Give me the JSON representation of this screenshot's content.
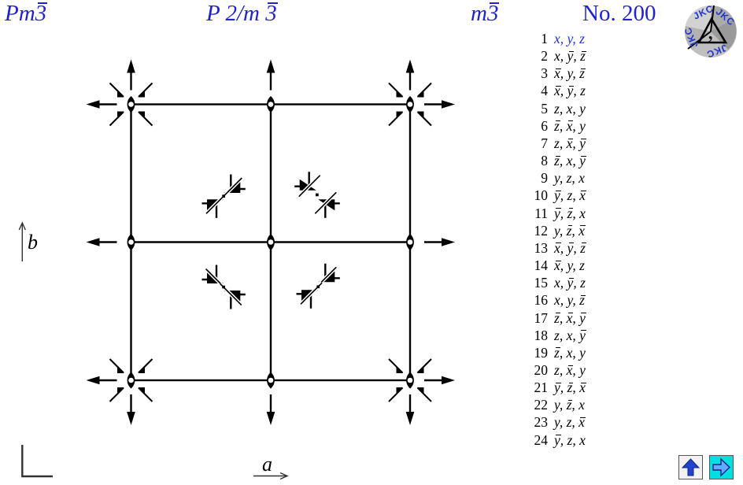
{
  "header": {
    "short_symbol_pre": "Pm",
    "short_symbol_bar": "3",
    "full_symbol_pre": "P 2/m ",
    "full_symbol_bar": "3",
    "point_group_pre": "m",
    "point_group_bar": "3",
    "number_label": "No. 200"
  },
  "logo": {
    "text": "JKC"
  },
  "axes": {
    "a_label": "a",
    "b_label": "b"
  },
  "icons": {
    "nav_up": "up-arrow",
    "nav_next": "right-arrow",
    "node_symbol": "twofold-axis-lens",
    "corner_symbol": "diagonal-half-arrows",
    "cell_symbol": "threefold-inversion-axis"
  },
  "colors": {
    "header_blue": "#2222cc",
    "first_position_blue": "#2233dd",
    "diagram_black": "#000000",
    "next_button_cyan": "#00e0e0",
    "nav_arrow_blue": "#2244cc",
    "nav_arrow_light_blue": "#66aaff",
    "logo_gray": "#bfbfbf",
    "logo_text_blue": "#2233cc"
  },
  "positions": [
    {
      "n": "1",
      "c": [
        "x",
        "y",
        "z"
      ],
      "hl": true
    },
    {
      "n": "2",
      "c": [
        "x",
        "-y",
        "-z"
      ]
    },
    {
      "n": "3",
      "c": [
        "-x",
        "y",
        "-z"
      ]
    },
    {
      "n": "4",
      "c": [
        "-x",
        "-y",
        "z"
      ]
    },
    {
      "n": "5",
      "c": [
        "z",
        "x",
        "y"
      ]
    },
    {
      "n": "6",
      "c": [
        "-z",
        "-x",
        "y"
      ]
    },
    {
      "n": "7",
      "c": [
        "z",
        "-x",
        "-y"
      ]
    },
    {
      "n": "8",
      "c": [
        "-z",
        "x",
        "-y"
      ]
    },
    {
      "n": "9",
      "c": [
        "y",
        "z",
        "x"
      ]
    },
    {
      "n": "10",
      "c": [
        "-y",
        "z",
        "-x"
      ]
    },
    {
      "n": "11",
      "c": [
        "-y",
        "-z",
        "x"
      ]
    },
    {
      "n": "12",
      "c": [
        "y",
        "-z",
        "-x"
      ]
    },
    {
      "n": "13",
      "c": [
        "-x",
        "-y",
        "-z"
      ]
    },
    {
      "n": "14",
      "c": [
        "-x",
        "y",
        "z"
      ]
    },
    {
      "n": "15",
      "c": [
        "x",
        "-y",
        "z"
      ]
    },
    {
      "n": "16",
      "c": [
        "x",
        "y",
        "-z"
      ]
    },
    {
      "n": "17",
      "c": [
        "-z",
        "-x",
        "-y"
      ]
    },
    {
      "n": "18",
      "c": [
        "z",
        "x",
        "-y"
      ]
    },
    {
      "n": "19",
      "c": [
        "-z",
        "x",
        "y"
      ]
    },
    {
      "n": "20",
      "c": [
        "z",
        "-x",
        "y"
      ]
    },
    {
      "n": "21",
      "c": [
        "-y",
        "-z",
        "-x"
      ]
    },
    {
      "n": "22",
      "c": [
        "y",
        "-z",
        "x"
      ]
    },
    {
      "n": "23",
      "c": [
        "y",
        "z",
        "-x"
      ]
    },
    {
      "n": "24",
      "c": [
        "-y",
        "z",
        "x"
      ]
    }
  ]
}
